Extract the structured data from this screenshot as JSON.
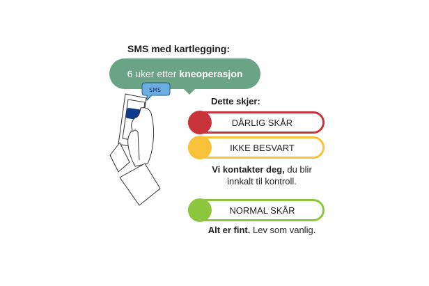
{
  "header": {
    "title": "SMS med kartlegging:",
    "bubble_prefix": "6 uker etter",
    "bubble_bold": "kneoperasjon",
    "bubble_color": "#6aa385"
  },
  "illustration": {
    "sms_badge": "SMS",
    "description": "hand holding phone",
    "badge_color": "#6aaee0",
    "screen_color": "#103a8a"
  },
  "outcomes": {
    "heading": "Dette skjer:",
    "items": [
      {
        "label": "DÅRLIG SKÅR",
        "color": "#c8323a"
      },
      {
        "label": "IKKE BESVART",
        "color": "#f8c33a"
      },
      {
        "label": "NORMAL SKÅR",
        "color": "#8dc63f"
      }
    ],
    "note1_bold": "Vi kontakter deg,",
    "note1_rest": "du blir innkalt til kontroll.",
    "note2_bold": "Alt er fint.",
    "note2_rest": "Lev som vanlig."
  }
}
